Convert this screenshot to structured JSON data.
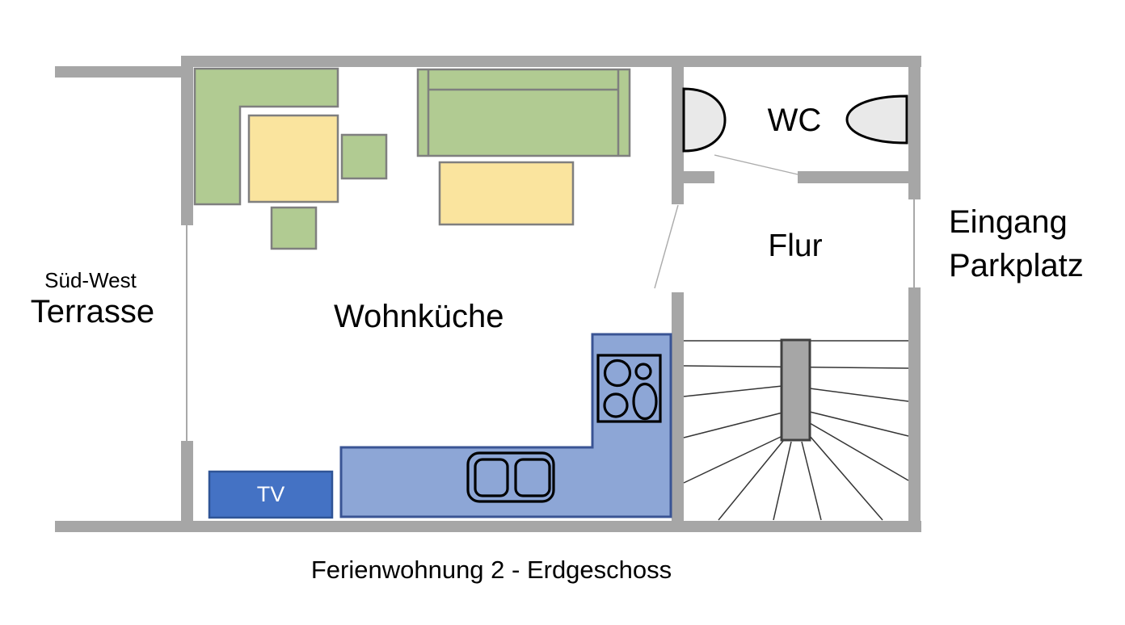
{
  "title": "Ferienwohnung 2 - Erdgeschoss",
  "rooms": {
    "living_kitchen": "Wohnküche",
    "wc": "WC",
    "hallway": "Flur"
  },
  "outside": {
    "terrace_direction": "Süd-West",
    "terrace": "Terrasse",
    "entrance_line1": "Eingang",
    "entrance_line2": "Parkplatz"
  },
  "furniture": {
    "tv": "TV"
  },
  "colors": {
    "wall": "#a6a6a6",
    "furniture_green": "#b1cb92",
    "table_yellow": "#fae49e",
    "counter_blue": "#8da6d6",
    "tv_blue": "#4472c4",
    "fixture_gray": "#e9e9e9",
    "pillar_gray": "#a6a6a6",
    "text": "#000000"
  }
}
